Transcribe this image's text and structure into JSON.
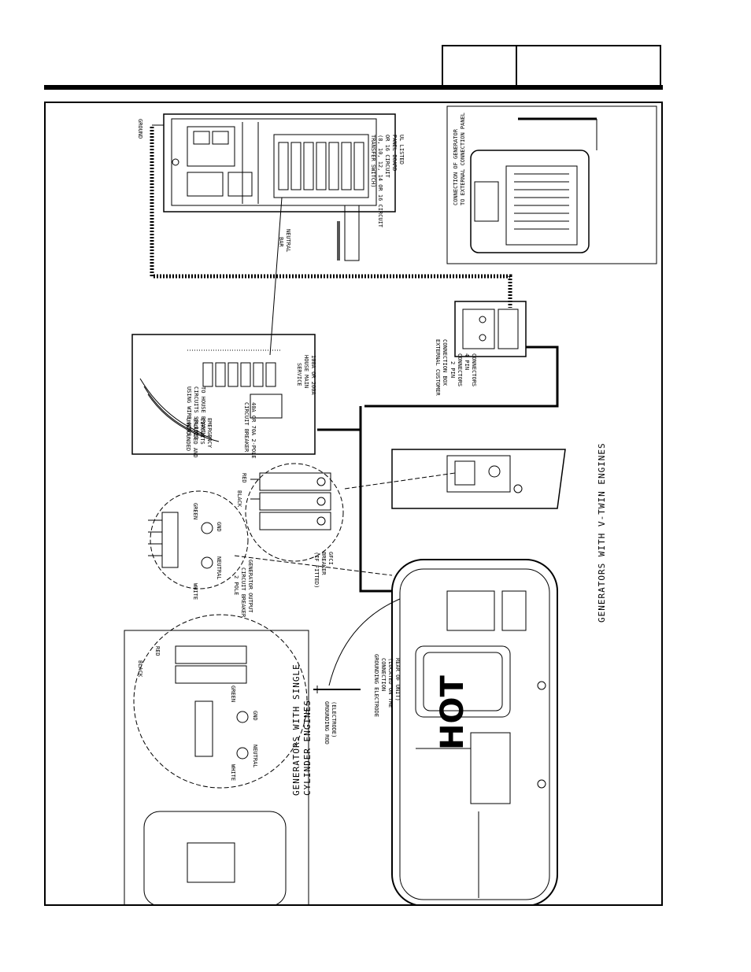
{
  "labels": {
    "ground": "GROUND",
    "panel_board_1": "UL LISTED",
    "panel_board_2": "PANEL BOARD",
    "panel_board_3": "OR 16 CIRCUIT",
    "panel_board_4": "(8, 10, 12, 14 OR 16 CIRCUIT",
    "panel_board_5": "TRANSFER SWITCH)",
    "neutral_bar_1": "NEUTRAL",
    "neutral_bar_2": "BAR",
    "ext_panel_1": "CONNECTION OF GENERATOR",
    "ext_panel_2": "TO EXTERNAL CONNECTION PANEL",
    "house_main_1": "100A OR 200A",
    "house_main_2": "HOUSE MAIN",
    "house_main_3": "SERVICE",
    "branch_1": "TO HOUSE BRANCH",
    "branch_2": "CIRCUITS SPLICED",
    "branch_3": "USING WIRE NUTS",
    "emerg_1": "EMERGENCY",
    "emerg_2": "CIRCUITS",
    "emerg_3": "GROUNDED AND",
    "emerg_4": "UNGROUNDED",
    "breaker_40a_1": "40A OR 70A 2-POLE",
    "breaker_40a_2": "CIRCUIT BREAKER",
    "ext_box_1": "EXTERNAL CUSTOMER",
    "ext_box_2": "CONNECTION BOX",
    "ext_box_3": "2 PIN",
    "ext_box_4": "CONNECTORS",
    "ext_box_5": "4 PIN",
    "ext_box_6": "CONNECTORS",
    "red": "RED",
    "black": "BLACK",
    "green": "GREEN",
    "white": "WHITE",
    "gnd": "GND",
    "neutral": "NEUTRAL",
    "gfci_1": "GFCI",
    "gfci_2": "BREAKER",
    "gfci_3": "(IF FITTED)",
    "gen_out_1": "GENERATOR OUTPUT",
    "gen_out_2": "CIRCUIT BREAKER",
    "gen_out_3": "2 POLE",
    "grounding_elec_1": "GROUNDING ELECTRODE",
    "grounding_elec_2": "CONNECTION",
    "grounding_elec_3": "(LOCATED ON THE",
    "grounding_elec_4": "REAR OF UNIT)",
    "grounding_rod_1": "GROUNDING ROD",
    "grounding_rod_2": "(ELECTRODE)",
    "hot": "HOT",
    "single_cyl_1": "GENERATORS WITH SINGLE",
    "single_cyl_2": "CYLINDER ENGINES",
    "vtwin": "GENERATORS WITH V-TWIN ENGINES"
  }
}
